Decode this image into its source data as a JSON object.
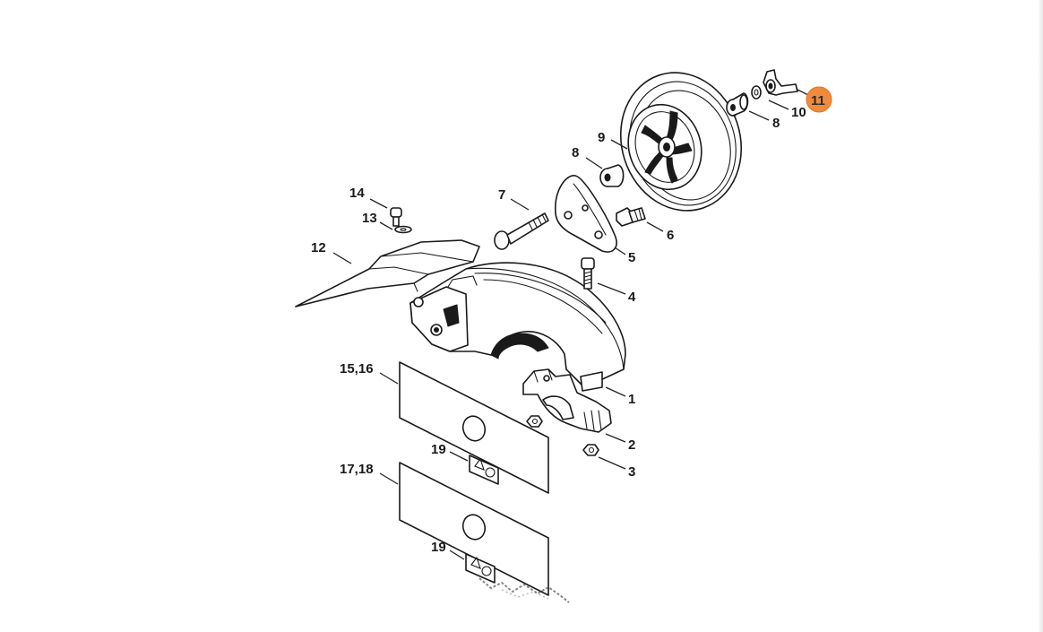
{
  "diagram": {
    "labels": {
      "p1": "1",
      "p2": "2",
      "p3": "3",
      "p4": "4",
      "p5": "5",
      "p6": "6",
      "p7": "7",
      "p8a": "8",
      "p8b": "8",
      "p9": "9",
      "p10": "10",
      "p11": "11",
      "p12": "12",
      "p13": "13",
      "p14": "14",
      "p15_16": "15,16",
      "p17_18": "17,18",
      "p19a": "19",
      "p19b": "19"
    },
    "highlight": {
      "part": "11",
      "color": "#f08a3c"
    }
  }
}
